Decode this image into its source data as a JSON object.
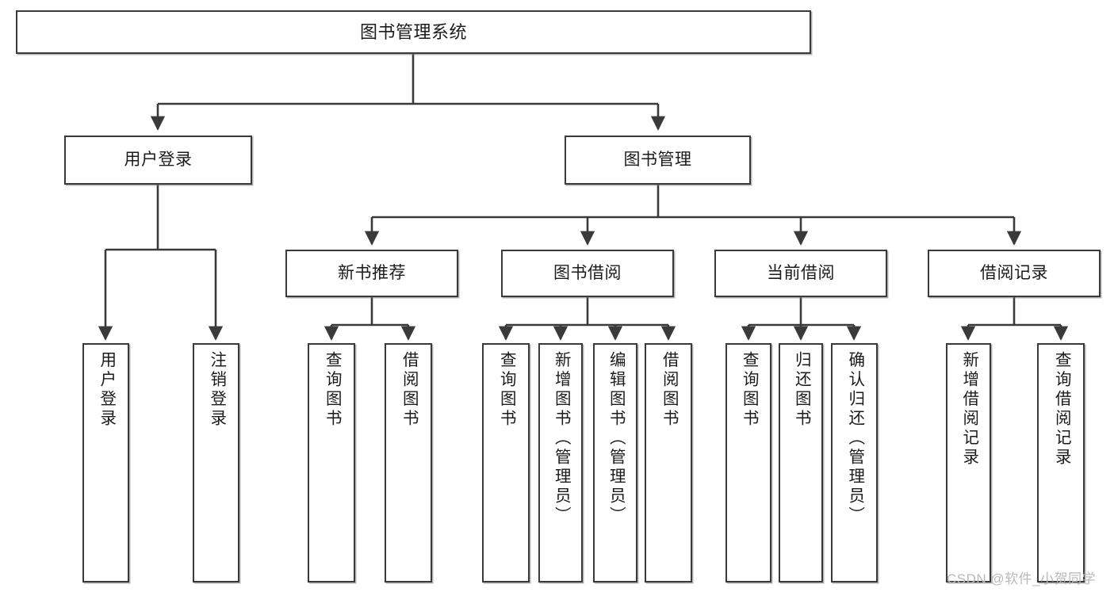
{
  "diagram": {
    "type": "tree-hierarchy",
    "title": "图书管理系统",
    "stroke_color": "#3a3a3a",
    "fill_color": "#ffffff",
    "text_color": "#1b1b1b",
    "levels": [
      {
        "level": 1,
        "nodes": [
          {
            "id": "root",
            "label": "图书管理系统",
            "orientation": "horizontal"
          }
        ]
      },
      {
        "level": 2,
        "nodes": [
          {
            "id": "login",
            "label": "用户登录",
            "orientation": "horizontal"
          },
          {
            "id": "bookmgmt",
            "label": "图书管理",
            "orientation": "horizontal"
          }
        ]
      },
      {
        "level": 3,
        "nodes": [
          {
            "id": "newbook",
            "label": "新书推荐",
            "orientation": "horizontal"
          },
          {
            "id": "borrow",
            "label": "图书借阅",
            "orientation": "horizontal"
          },
          {
            "id": "current",
            "label": "当前借阅",
            "orientation": "horizontal"
          },
          {
            "id": "records",
            "label": "借阅记录",
            "orientation": "horizontal"
          }
        ]
      },
      {
        "level": 4,
        "nodes": [
          {
            "id": "leaf-1",
            "parent": "login",
            "label": "用户登录",
            "orientation": "vertical"
          },
          {
            "id": "leaf-2",
            "parent": "login",
            "label": "注销登录",
            "orientation": "vertical"
          },
          {
            "id": "leaf-3",
            "parent": "newbook",
            "label": "查询图书",
            "orientation": "vertical"
          },
          {
            "id": "leaf-4",
            "parent": "newbook",
            "label": "借阅图书",
            "orientation": "vertical"
          },
          {
            "id": "leaf-5",
            "parent": "borrow",
            "label": "查询图书",
            "orientation": "vertical"
          },
          {
            "id": "leaf-6",
            "parent": "borrow",
            "label": "新增图书（管理员）",
            "orientation": "vertical"
          },
          {
            "id": "leaf-7",
            "parent": "borrow",
            "label": "编辑图书（管理员）",
            "orientation": "vertical"
          },
          {
            "id": "leaf-8",
            "parent": "borrow",
            "label": "借阅图书",
            "orientation": "vertical"
          },
          {
            "id": "leaf-9",
            "parent": "current",
            "label": "查询图书",
            "orientation": "vertical"
          },
          {
            "id": "leaf-10",
            "parent": "current",
            "label": "归还图书",
            "orientation": "vertical"
          },
          {
            "id": "leaf-11",
            "parent": "current",
            "label": "确认归还（管理员）",
            "orientation": "vertical"
          },
          {
            "id": "leaf-12",
            "parent": "records",
            "label": "新增借阅记录",
            "orientation": "vertical"
          },
          {
            "id": "leaf-13",
            "parent": "records",
            "label": "查询借阅记录",
            "orientation": "vertical"
          }
        ]
      }
    ],
    "edges": [
      {
        "from": "root",
        "to": "login"
      },
      {
        "from": "root",
        "to": "bookmgmt"
      },
      {
        "from": "bookmgmt",
        "to": "newbook"
      },
      {
        "from": "bookmgmt",
        "to": "borrow"
      },
      {
        "from": "bookmgmt",
        "to": "current"
      },
      {
        "from": "bookmgmt",
        "to": "records"
      },
      {
        "from": "login",
        "to": "leaf-1"
      },
      {
        "from": "login",
        "to": "leaf-2"
      },
      {
        "from": "newbook",
        "to": "leaf-3"
      },
      {
        "from": "newbook",
        "to": "leaf-4"
      },
      {
        "from": "borrow",
        "to": "leaf-5"
      },
      {
        "from": "borrow",
        "to": "leaf-6"
      },
      {
        "from": "borrow",
        "to": "leaf-7"
      },
      {
        "from": "borrow",
        "to": "leaf-8"
      },
      {
        "from": "current",
        "to": "leaf-9"
      },
      {
        "from": "current",
        "to": "leaf-10"
      },
      {
        "from": "current",
        "to": "leaf-11"
      },
      {
        "from": "records",
        "to": "leaf-12"
      },
      {
        "from": "records",
        "to": "leaf-13"
      }
    ]
  },
  "watermark": {
    "text": "CSDN @软件_小贺同学"
  }
}
